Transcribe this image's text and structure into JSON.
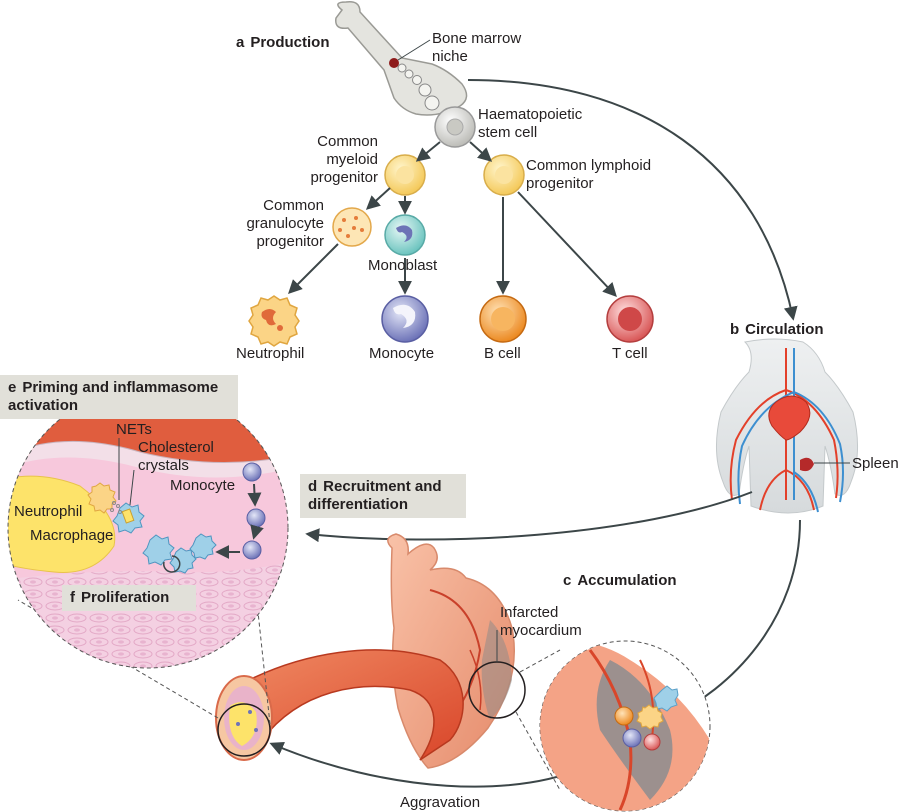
{
  "sections": {
    "a": {
      "letter": "a",
      "title": "Production"
    },
    "b": {
      "letter": "b",
      "title": "Circulation"
    },
    "c": {
      "letter": "c",
      "title": "Accumulation"
    },
    "d": {
      "letter": "d",
      "title_l1": "Recruitment and",
      "title_l2": "differentiation"
    },
    "e": {
      "letter": "e",
      "title_l1": "Priming and inflammasome",
      "title_l2": "activation"
    },
    "f": {
      "letter": "f",
      "title": "Proliferation"
    }
  },
  "labels": {
    "bone_marrow_l1": "Bone marrow",
    "bone_marrow_l2": "niche",
    "hsc_l1": "Haematopoietic",
    "hsc_l2": "stem cell",
    "cmp_l1": "Common",
    "cmp_l2": "myeloid",
    "cmp_l3": "progenitor",
    "clp_l1": "Common lymphoid",
    "clp_l2": "progenitor",
    "cgp_l1": "Common",
    "cgp_l2": "granulocyte",
    "cgp_l3": "progenitor",
    "monoblast": "Monoblast",
    "neutrophil": "Neutrophil",
    "monocyte": "Monocyte",
    "b_cell": "B cell",
    "t_cell": "T cell",
    "spleen": "Spleen",
    "nets": "NETs",
    "cholesterol_l1": "Cholesterol",
    "cholesterol_l2": "crystals",
    "monocyte_inset": "Monocyte",
    "neutrophil_inset": "Neutrophil",
    "macrophage_inset": "Macrophage",
    "infarcted_l1": "Infarcted",
    "infarcted_l2": "myocardium",
    "aggravation": "Aggravation"
  },
  "colors": {
    "arrow": "#3c4648",
    "box_bg": "#e1e0d9",
    "progenitor": "#fbe08a",
    "neutrophil": "#f6c76a",
    "monoblast": "#8fd3cf",
    "monocyte": "#8c92c9",
    "b_cell": "#f39a3a",
    "t_cell": "#e06a6a",
    "artery": "#e3573a",
    "vein": "#3d8fd0",
    "plaque": "#fde36a",
    "tissue": "#f4a386"
  }
}
